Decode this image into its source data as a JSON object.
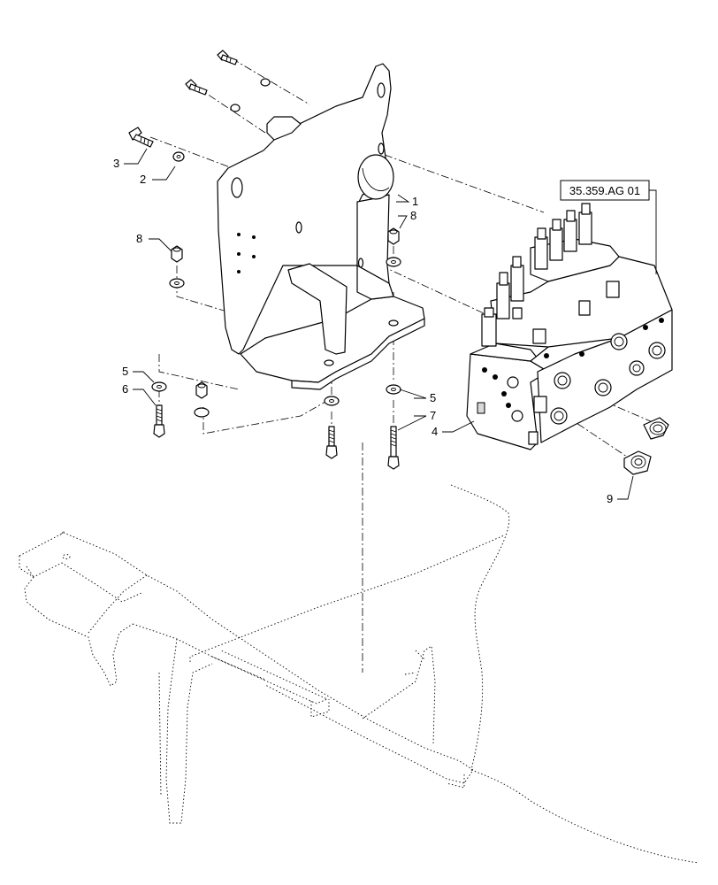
{
  "reference_box": "35.359.AG 01",
  "callouts": [
    {
      "id": "c1",
      "text": "1"
    },
    {
      "id": "c2",
      "text": "2"
    },
    {
      "id": "c3",
      "text": "3"
    },
    {
      "id": "c4",
      "text": "4"
    },
    {
      "id": "c5a",
      "text": "5"
    },
    {
      "id": "c5b",
      "text": "5"
    },
    {
      "id": "c6",
      "text": "6"
    },
    {
      "id": "c7",
      "text": "7"
    },
    {
      "id": "c8a",
      "text": "8"
    },
    {
      "id": "c8b",
      "text": "8"
    },
    {
      "id": "c9",
      "text": "9"
    }
  ]
}
